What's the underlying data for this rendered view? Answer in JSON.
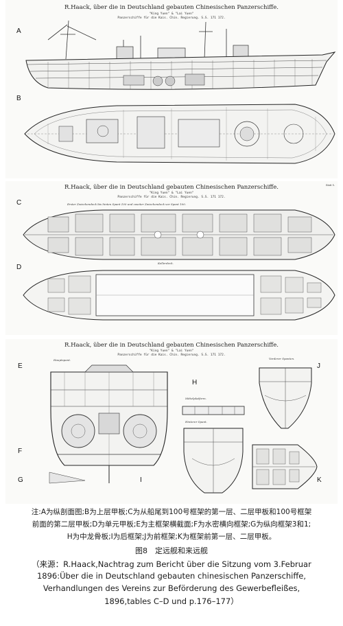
{
  "plates": [
    {
      "title": "R.Haack, über die in Deutschland gebauten Chinesischen Panzerschiffe.",
      "ship_names": "\"King Yuen\" & \"Lai Yuen\"",
      "subtitle": "Panzerschiffe für die Kais. Chin. Regierung. S.S. 171 172.",
      "letters": [
        "A",
        "B"
      ]
    },
    {
      "title": "R.Haack, über die in Deutschland gebauten Chinesischen Panzerschiffe.",
      "ship_names": "\"King Yuen\" & \"Lai Yuen\"",
      "subtitle": "Panzerschiffe für die Kais. Chin. Regierung. S.S. 171 172.",
      "deck_note": "Erster Zwischendeck bis hinten Spant 100 und zweiter Zwischendeck vor Spant 100.",
      "hold_note": "Kellerdeck.",
      "plate_no": "Blatt 5.",
      "letters": [
        "C",
        "D"
      ]
    },
    {
      "title": "R.Haack, über die in Deutschland gebauten Chinesischen Panzerschiffe.",
      "ship_names": "\"King Yuen\" & \"Lai Yuen\"",
      "subtitle": "Panzerschiffe für die Kais. Chin. Regierung. S.S. 171 172.",
      "section_labels": {
        "main_frame": "Hauptspant.",
        "middle_section": "Mittelplatform.",
        "rear_frame": "Hinterer Spant.",
        "front_frame": "Vorderer Spanten."
      },
      "letters": [
        "E",
        "F",
        "G",
        "H",
        "I",
        "J",
        "K"
      ]
    }
  ],
  "caption": {
    "note_line1": "注:A为纵剖面图;B为上层甲板;C为从船尾到100号框架的第一层、二层甲板和100号框架",
    "note_line2": "前面的第二层甲板;D为单元甲板;E为主框架横截面;F为水密横向框架;G为纵向框架3和1;",
    "note_line3": "H为中龙骨板;I为后框架;J为前框架;K为框架前第一层、二层甲板。",
    "figure_title": "图8　定远舰和来远舰",
    "source_line1": "（来源：R.Haack,Nachtrag zum Bericht über die Sitzung vom 3.Februar",
    "source_line2": "1896:Über die in Deutschland gebauten chinesischen Panzerschiffe,",
    "source_line3": "Verhandlungen des Vereins zur Beförderung des Gewerbefleißes,",
    "source_line4": "1896,tables C–D und p.176–177）"
  }
}
